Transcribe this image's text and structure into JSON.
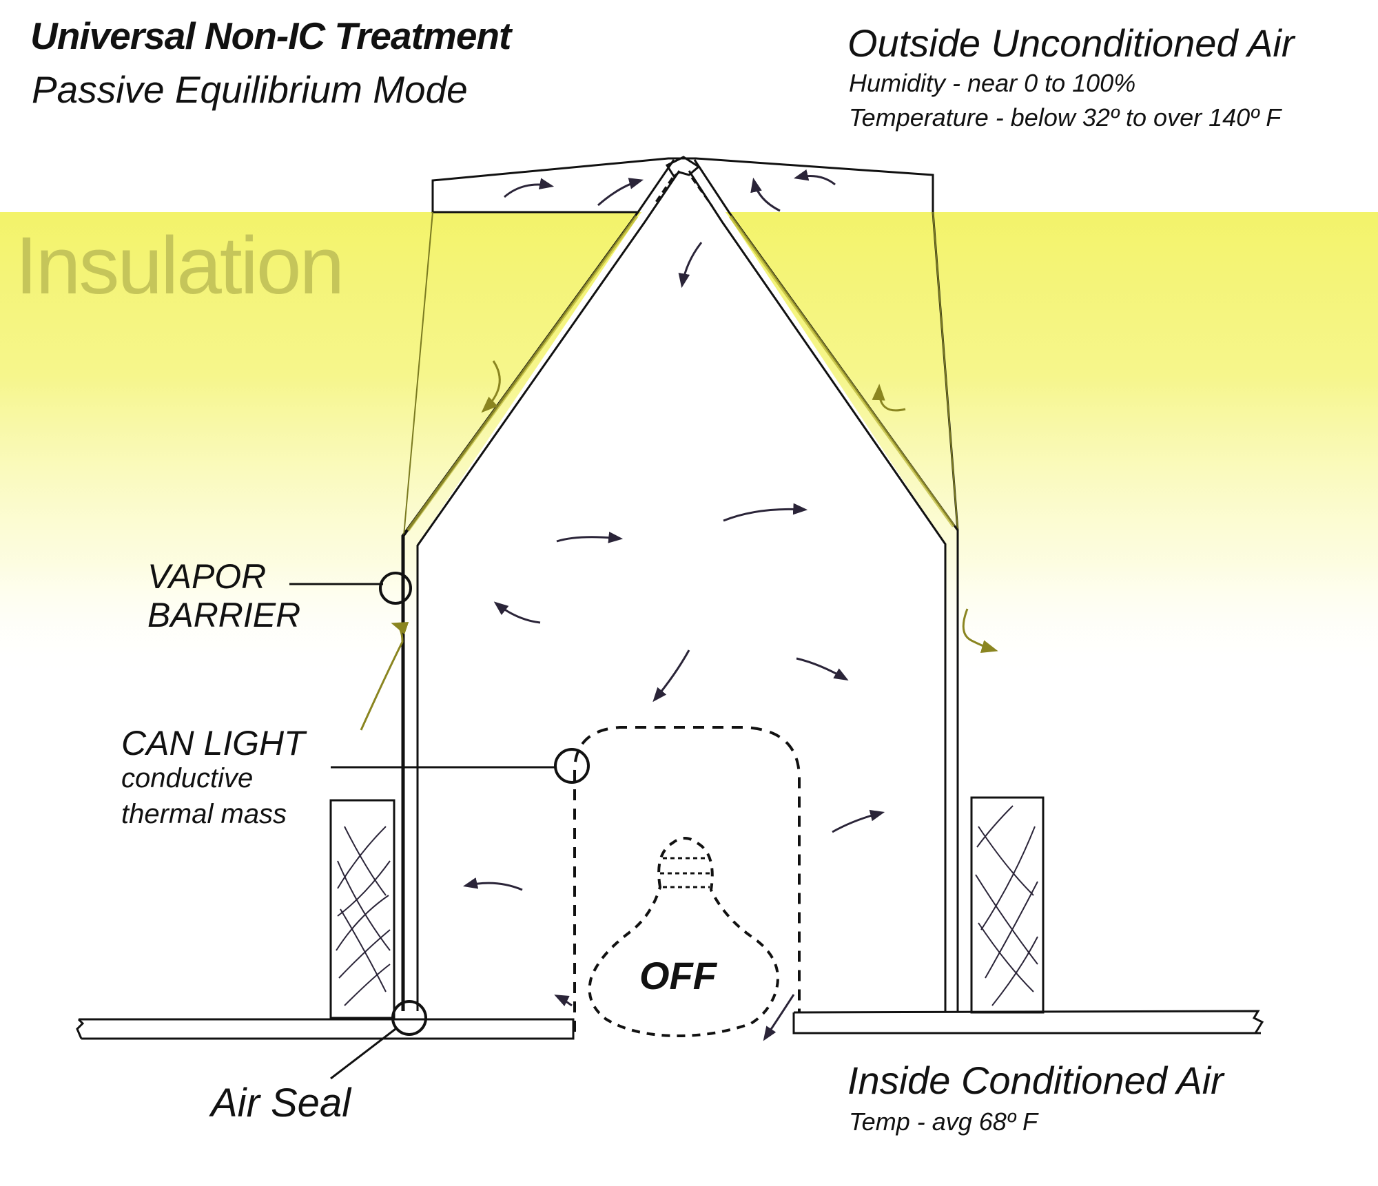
{
  "title": "Universal Non-IC Treatment",
  "subtitle": "Passive Equilibrium Mode",
  "outside": {
    "title": "Outside Unconditioned Air",
    "humidity": "Humidity - near 0 to 100%",
    "temperature": "Temperature - below 32º to over 140º F"
  },
  "insulation_label": "Insulation",
  "labels": {
    "vapor_barrier_line1": "VAPOR",
    "vapor_barrier_line2": "BARRIER",
    "can_light_line1": "CAN LIGHT",
    "can_light_line2": "conductive",
    "can_light_line3": "thermal mass",
    "air_seal": "Air Seal",
    "bulb_state": "OFF"
  },
  "inside": {
    "title": "Inside Conditioned Air",
    "temp": "Temp - avg 68º F"
  },
  "colors": {
    "insulation_yellow": "#f3f36a",
    "insulation_text": "#c5c55a",
    "ink": "#111111"
  }
}
